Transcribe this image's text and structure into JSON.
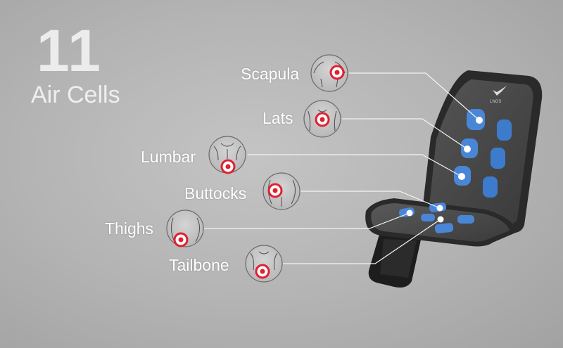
{
  "headline": {
    "count": "11",
    "subtitle": "Air Cells"
  },
  "brand": {
    "logo_text": "LNGS"
  },
  "zones": [
    {
      "label": "Scapula"
    },
    {
      "label": "Lats"
    },
    {
      "label": "Lumbar"
    },
    {
      "label": "Buttocks"
    },
    {
      "label": "Thighs"
    },
    {
      "label": "Tailbone"
    }
  ],
  "colors": {
    "background": "#b8b8b8",
    "text": "#ffffff",
    "air_cell": "#4a86d6",
    "target_ring": "#e02030",
    "seat_cushion": "#4a4a4a",
    "seat_frame": "#2a2a2a"
  }
}
